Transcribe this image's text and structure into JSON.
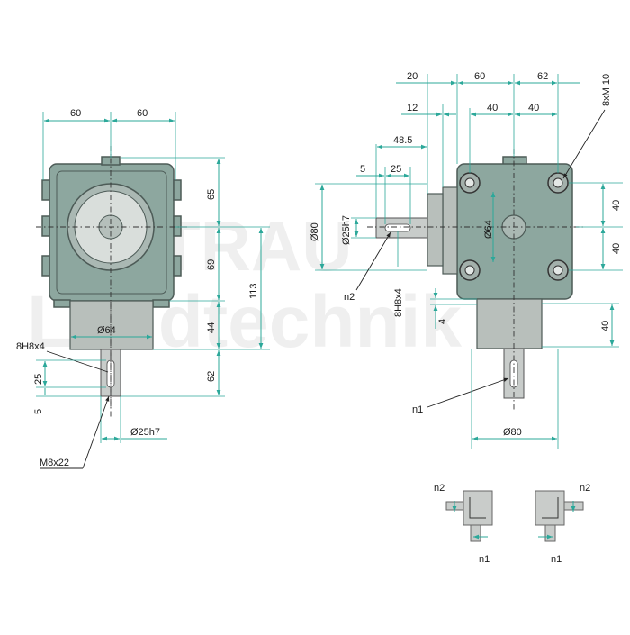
{
  "watermark": {
    "line1": "TRAU",
    "line2": "Landtechnik"
  },
  "left_view": {
    "width_left": "60",
    "width_right": "60",
    "h_top": "65",
    "h_mid": "69",
    "h_total": "113",
    "h_flange": "44",
    "h_shaft": "62",
    "flange_dia": "Ø64",
    "key": "8H8x4",
    "key_len": "25",
    "key_offset": "5",
    "shaft_dia": "Ø25h7",
    "thread": "M8x22"
  },
  "right_view": {
    "top_20": "20",
    "top_60": "60",
    "top_62": "62",
    "bolts": "8xM 10",
    "dim_12": "12",
    "dim_40a": "40",
    "dim_40b": "40",
    "dim_48_5": "48.5",
    "dim_5": "5",
    "dim_25": "25",
    "dia_80_v": "Ø80",
    "dia_25h7": "Ø25h7",
    "dia_64": "Ø64",
    "label_n2": "n2",
    "key2": "8H8x4",
    "side_40a": "40",
    "side_40b": "40",
    "dim_4": "4",
    "side_40c": "40",
    "label_n1": "n1",
    "dia_80_h": "Ø80"
  },
  "schemes": {
    "a_n2": "n2",
    "a_n1": "n1",
    "b_n2": "n2",
    "b_n1": "n1"
  }
}
